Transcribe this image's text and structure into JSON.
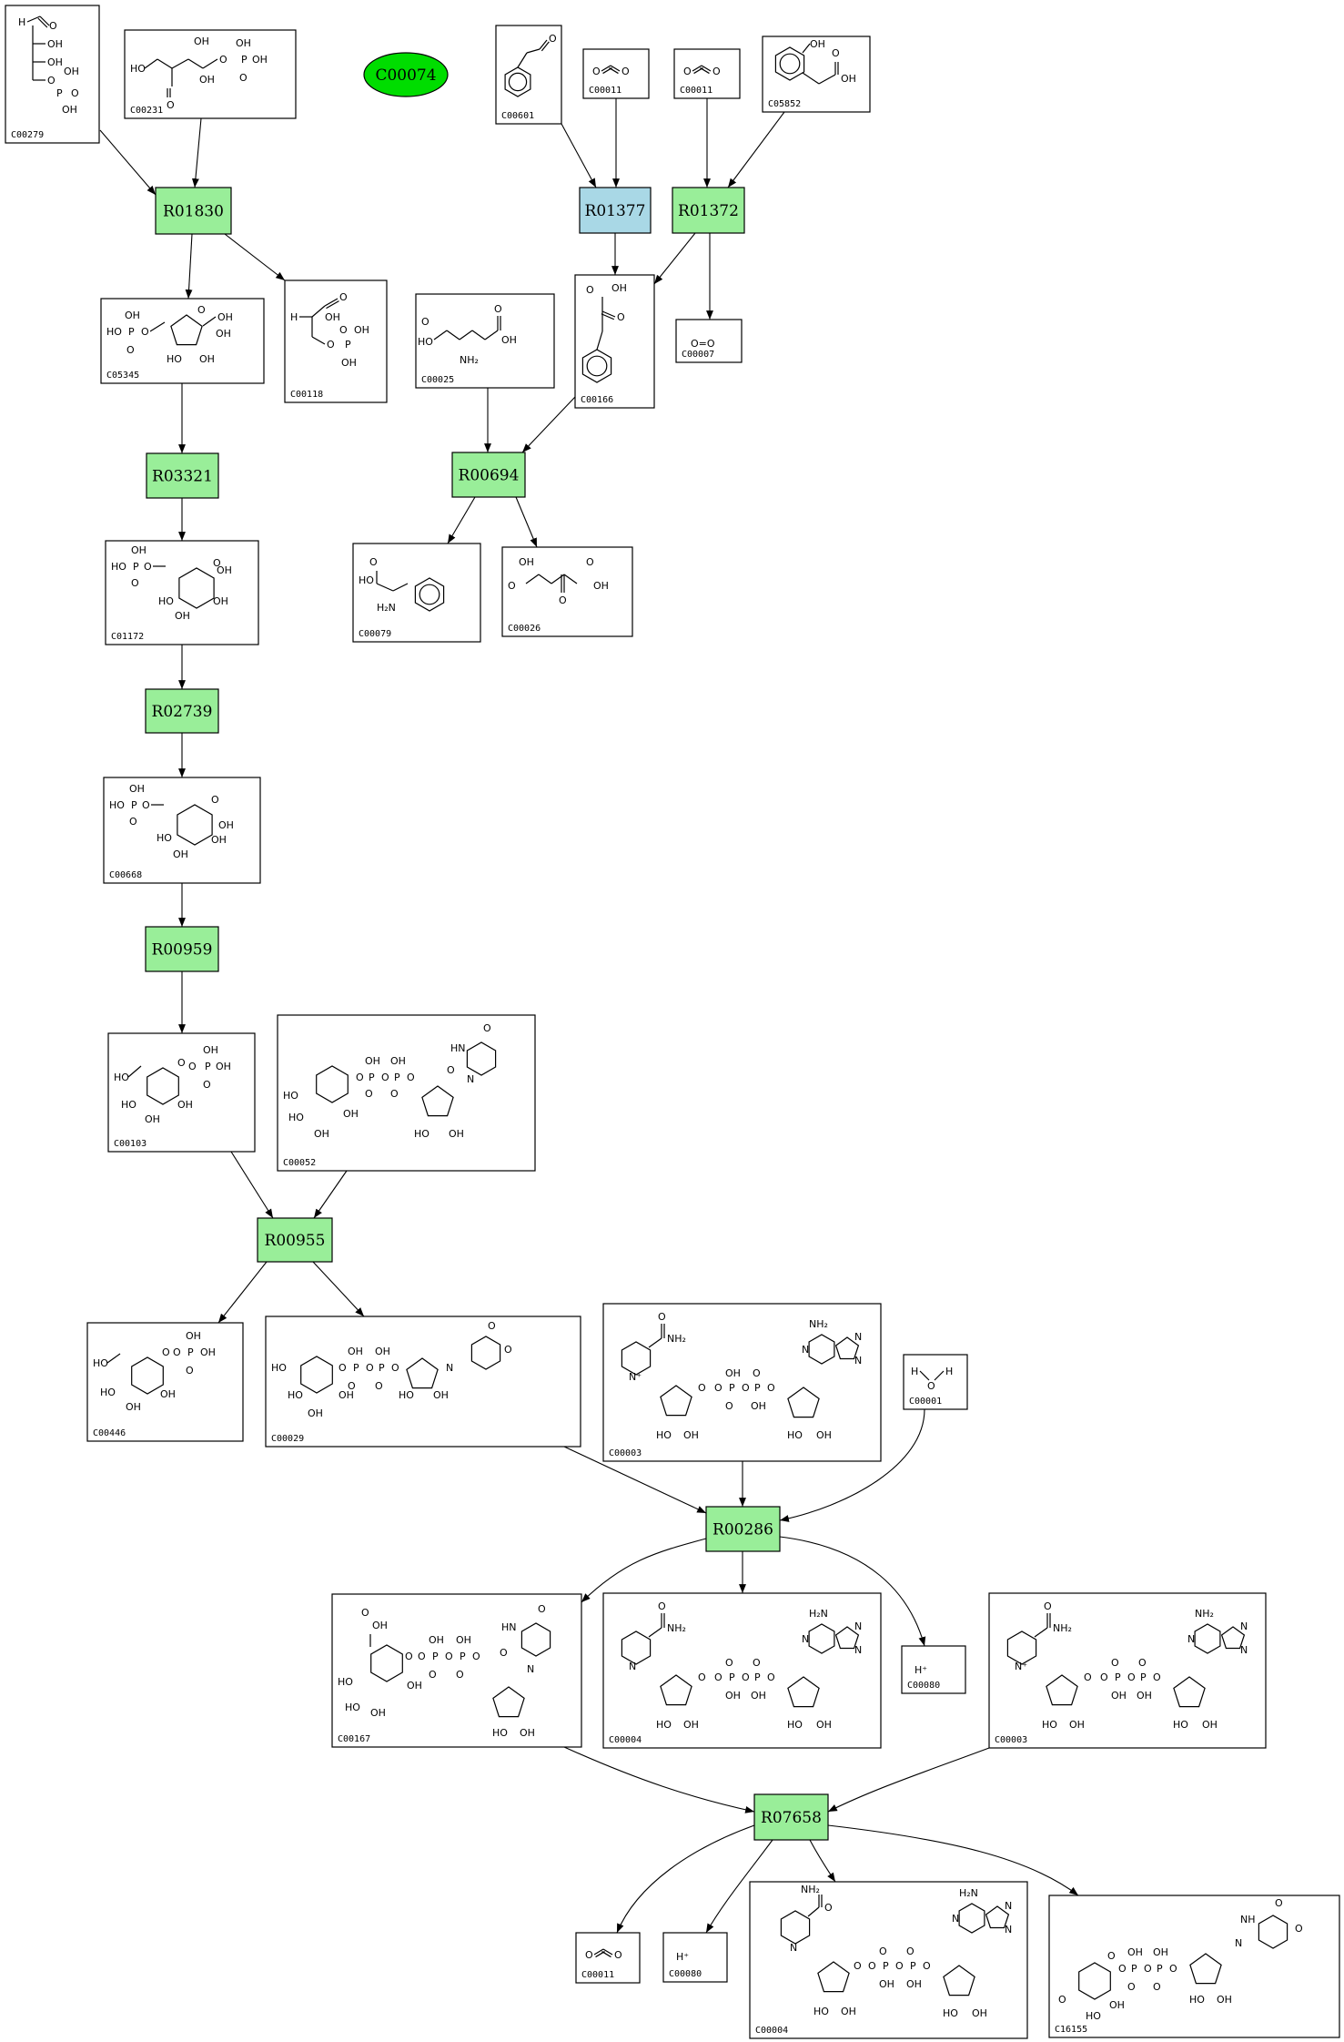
{
  "colors": {
    "reaction_green": "#99ee99",
    "reaction_blue": "#a9d8e6",
    "compound_highlight": "#00dd00"
  },
  "highlight": {
    "id": "C00074"
  },
  "compounds": [
    {
      "key": "c00279",
      "id": "C00279"
    },
    {
      "key": "c00231",
      "id": "C00231"
    },
    {
      "key": "c00601",
      "id": "C00601"
    },
    {
      "key": "c00011a",
      "id": "C00011"
    },
    {
      "key": "c00011b",
      "id": "C00011"
    },
    {
      "key": "c05852",
      "id": "C05852"
    },
    {
      "key": "c05345",
      "id": "C05345"
    },
    {
      "key": "c00118",
      "id": "C00118"
    },
    {
      "key": "c00025",
      "id": "C00025"
    },
    {
      "key": "c00166",
      "id": "C00166"
    },
    {
      "key": "c00007",
      "id": "C00007"
    },
    {
      "key": "c01172",
      "id": "C01172"
    },
    {
      "key": "c00079",
      "id": "C00079"
    },
    {
      "key": "c00026",
      "id": "C00026"
    },
    {
      "key": "c00668",
      "id": "C00668"
    },
    {
      "key": "c00103",
      "id": "C00103"
    },
    {
      "key": "c00052",
      "id": "C00052"
    },
    {
      "key": "c00446",
      "id": "C00446"
    },
    {
      "key": "c00029",
      "id": "C00029"
    },
    {
      "key": "c00003a",
      "id": "C00003"
    },
    {
      "key": "c00001",
      "id": "C00001"
    },
    {
      "key": "c00167",
      "id": "C00167"
    },
    {
      "key": "c00004a",
      "id": "C00004"
    },
    {
      "key": "c00080a",
      "id": "C00080"
    },
    {
      "key": "c00003b",
      "id": "C00003"
    },
    {
      "key": "c00011c",
      "id": "C00011"
    },
    {
      "key": "c00080b",
      "id": "C00080"
    },
    {
      "key": "c00004b",
      "id": "C00004"
    },
    {
      "key": "c16155",
      "id": "C16155"
    }
  ],
  "reactions": [
    {
      "key": "r01830",
      "id": "R01830",
      "color": "green"
    },
    {
      "key": "r01377",
      "id": "R01377",
      "color": "blue"
    },
    {
      "key": "r01372",
      "id": "R01372",
      "color": "green"
    },
    {
      "key": "r03321",
      "id": "R03321",
      "color": "green"
    },
    {
      "key": "r00694",
      "id": "R00694",
      "color": "green"
    },
    {
      "key": "r02739",
      "id": "R02739",
      "color": "green"
    },
    {
      "key": "r00959",
      "id": "R00959",
      "color": "green"
    },
    {
      "key": "r00955",
      "id": "R00955",
      "color": "green"
    },
    {
      "key": "r00286",
      "id": "R00286",
      "color": "green"
    },
    {
      "key": "r07658",
      "id": "R07658",
      "color": "green"
    }
  ],
  "edges": [
    {
      "from": "c00279",
      "to": "r01830"
    },
    {
      "from": "c00231",
      "to": "r01830"
    },
    {
      "from": "r01830",
      "to": "c05345"
    },
    {
      "from": "r01830",
      "to": "c00118"
    },
    {
      "from": "c00601",
      "to": "r01377"
    },
    {
      "from": "c00011a",
      "to": "r01377"
    },
    {
      "from": "c00011b",
      "to": "r01372"
    },
    {
      "from": "c05852",
      "to": "r01372"
    },
    {
      "from": "r01377",
      "to": "c00166"
    },
    {
      "from": "r01372",
      "to": "c00166"
    },
    {
      "from": "r01372",
      "to": "c00007"
    },
    {
      "from": "c05345",
      "to": "r03321"
    },
    {
      "from": "c00025",
      "to": "r00694"
    },
    {
      "from": "c00166",
      "to": "r00694"
    },
    {
      "from": "r00694",
      "to": "c00079"
    },
    {
      "from": "r00694",
      "to": "c00026"
    },
    {
      "from": "r03321",
      "to": "c01172"
    },
    {
      "from": "c01172",
      "to": "r02739"
    },
    {
      "from": "r02739",
      "to": "c00668"
    },
    {
      "from": "c00668",
      "to": "r00959"
    },
    {
      "from": "r00959",
      "to": "c00103"
    },
    {
      "from": "c00103",
      "to": "r00955"
    },
    {
      "from": "c00052",
      "to": "r00955"
    },
    {
      "from": "r00955",
      "to": "c00446"
    },
    {
      "from": "r00955",
      "to": "c00029"
    },
    {
      "from": "c00029",
      "to": "r00286"
    },
    {
      "from": "c00003a",
      "to": "r00286"
    },
    {
      "from": "c00001",
      "to": "r00286"
    },
    {
      "from": "r00286",
      "to": "c00167"
    },
    {
      "from": "r00286",
      "to": "c00004a"
    },
    {
      "from": "r00286",
      "to": "c00080a"
    },
    {
      "from": "c00167",
      "to": "r07658"
    },
    {
      "from": "c00003b",
      "to": "r07658"
    },
    {
      "from": "r07658",
      "to": "c00011c"
    },
    {
      "from": "r07658",
      "to": "c00080b"
    },
    {
      "from": "r07658",
      "to": "c00004b"
    },
    {
      "from": "r07658",
      "to": "c16155"
    }
  ],
  "atom_labels": {
    "OH": "OH",
    "HO": "HO",
    "O": "O",
    "H": "H",
    "P": "P",
    "N": "N",
    "NH2": "NH₂",
    "H2N": "H₂N",
    "HN": "HN",
    "Nplus": "N⁺",
    "Hplus": "H⁺",
    "OeqO": "O=O"
  }
}
